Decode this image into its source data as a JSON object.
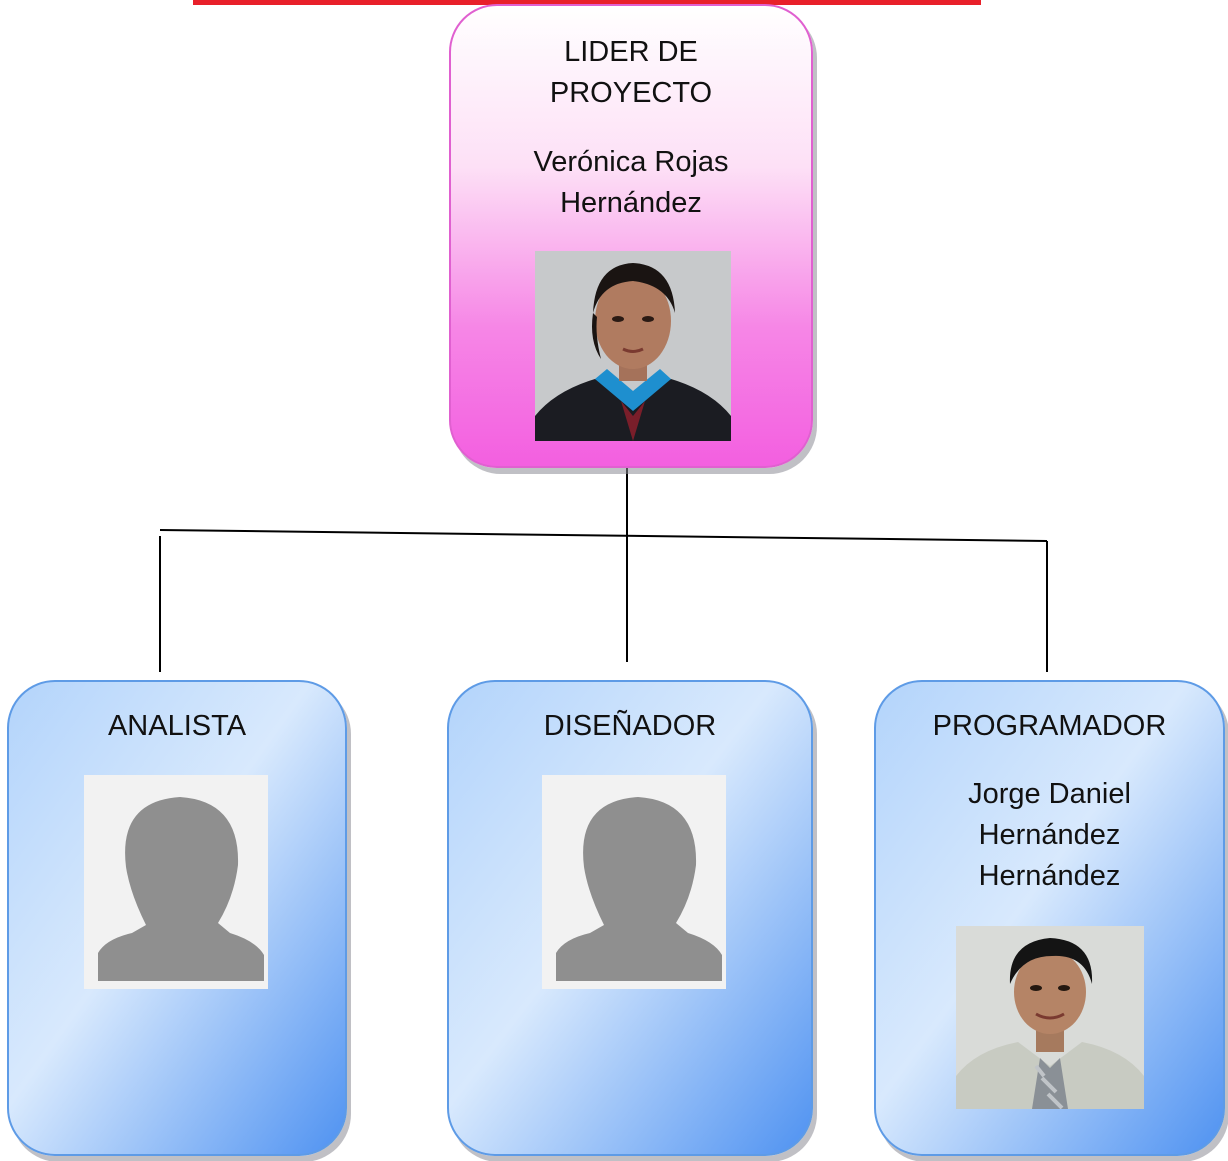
{
  "colors": {
    "top_bar": "#e8202a",
    "leader_fill": "#f35fe0",
    "member_fill": "#4f92f1",
    "connector": "#000000"
  },
  "leader": {
    "role": "LIDER DE\nPROYECTO",
    "name": "Verónica Rojas\nHernández",
    "photo": "person-photo"
  },
  "members": [
    {
      "role": "ANALISTA",
      "name": "",
      "photo": "placeholder-silhouette"
    },
    {
      "role": "DISEÑADOR",
      "name": "",
      "photo": "placeholder-silhouette"
    },
    {
      "role": "PROGRAMADOR",
      "name": "Jorge Daniel\nHernández\nHernández",
      "photo": "person-photo"
    }
  ]
}
